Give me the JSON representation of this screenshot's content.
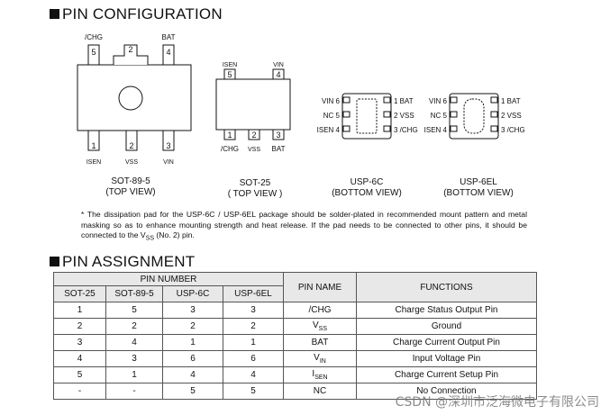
{
  "headings": {
    "pin_configuration": "PIN CONFIGURATION",
    "pin_assignment": "PIN ASSIGNMENT"
  },
  "packages": {
    "sot89": {
      "top_pins": [
        "5",
        "2",
        "4"
      ],
      "top_labels": [
        "/CHG",
        "",
        "BAT"
      ],
      "bottom_pins": [
        "1",
        "2",
        "3"
      ],
      "bottom_labels": [
        "ISEN",
        "VSS",
        "VIN"
      ],
      "name": "SOT-89-5",
      "view": "(TOP VIEW)"
    },
    "sot25": {
      "top_pins": [
        "5",
        "4"
      ],
      "top_labels": [
        "ISEN",
        "VIN"
      ],
      "bottom_pins": [
        "1",
        "2",
        "3"
      ],
      "bottom_labels": [
        "/CHG",
        "VSS",
        "BAT"
      ],
      "name": "SOT-25",
      "view": "( TOP VIEW )"
    },
    "usp6c": {
      "left": [
        "VIN 6",
        "NC 5",
        "ISEN 4"
      ],
      "right": [
        "1 BAT",
        "2 VSS",
        "3 /CHG"
      ],
      "name": "USP-6C",
      "view": "(BOTTOM VIEW)"
    },
    "usp6el": {
      "left": [
        "VIN 6",
        "NC 5",
        "ISEN 4"
      ],
      "right": [
        "1 BAT",
        "2 VSS",
        "3 /CHG"
      ],
      "name": "USP-6EL",
      "view": "(BOTTOM VIEW)"
    }
  },
  "note": {
    "line1": "* The dissipation pad for the USP-6C / USP-6EL package should be solder-plated in recommended mount pattern and metal masking so as to enhance mounting strength and heat release.   If the pad needs to be connected to other pins, it should be connected to the V",
    "sub": "SS",
    "tail": " (No. 2) pin."
  },
  "table": {
    "group_header": "PIN NUMBER",
    "columns": [
      "SOT-25",
      "SOT-89-5",
      "USP-6C",
      "USP-6EL"
    ],
    "pin_name_header": "PIN NAME",
    "functions_header": "FUNCTIONS",
    "rows": [
      {
        "sot25": "1",
        "sot89": "5",
        "usp6c": "3",
        "usp6el": "3",
        "name": "/CHG",
        "name_main": "/CHG",
        "name_sub": "",
        "function": "Charge Status Output Pin"
      },
      {
        "sot25": "2",
        "sot89": "2",
        "usp6c": "2",
        "usp6el": "2",
        "name": "VSS",
        "name_main": "V",
        "name_sub": "SS",
        "function": "Ground"
      },
      {
        "sot25": "3",
        "sot89": "4",
        "usp6c": "1",
        "usp6el": "1",
        "name": "BAT",
        "name_main": "BAT",
        "name_sub": "",
        "function": "Charge Current Output Pin"
      },
      {
        "sot25": "4",
        "sot89": "3",
        "usp6c": "6",
        "usp6el": "6",
        "name": "VIN",
        "name_main": "V",
        "name_sub": "IN",
        "function": "Input Voltage Pin"
      },
      {
        "sot25": "5",
        "sot89": "1",
        "usp6c": "4",
        "usp6el": "4",
        "name": "ISEN",
        "name_main": "I",
        "name_sub": "SEN",
        "function": "Charge Current Setup Pin"
      },
      {
        "sot25": "-",
        "sot89": "-",
        "usp6c": "5",
        "usp6el": "5",
        "name": "NC",
        "name_main": "NC",
        "name_sub": "",
        "function": "No Connection"
      }
    ]
  },
  "watermark": "CSDN @深圳市泛海微电子有限公司"
}
